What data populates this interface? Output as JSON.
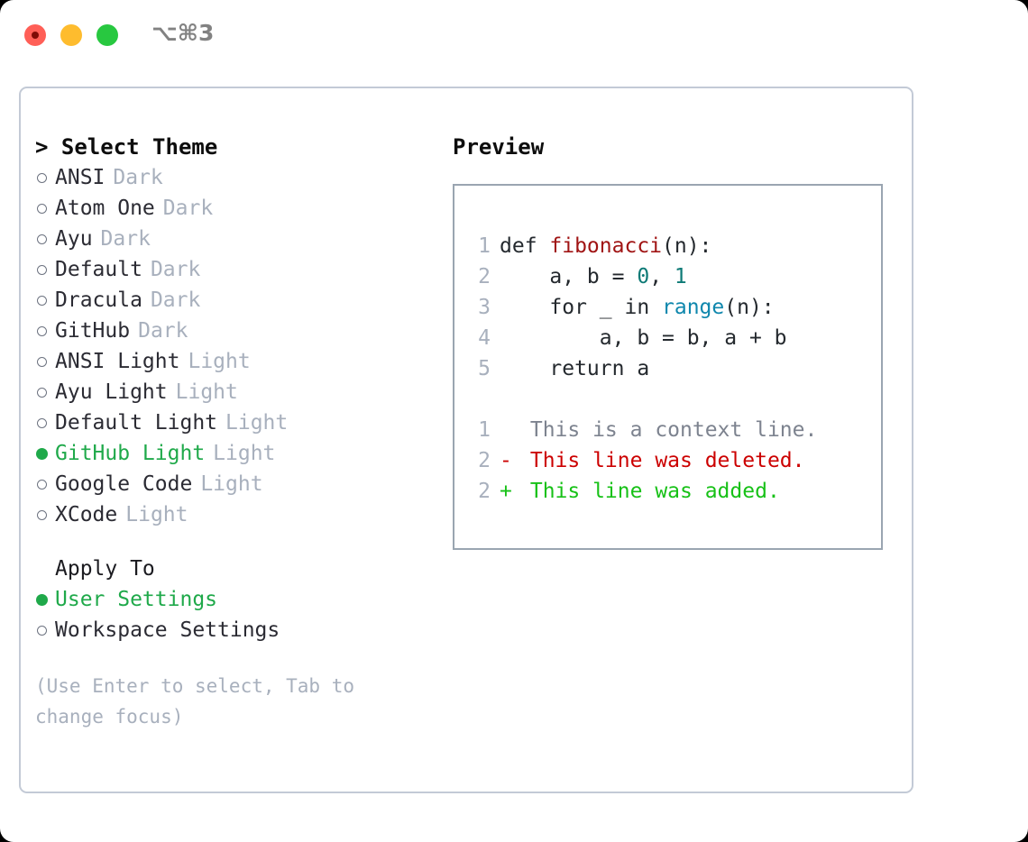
{
  "window": {
    "shortcut": "⌥⌘3",
    "traffic_lights": [
      {
        "name": "close",
        "color": "#ff5f57"
      },
      {
        "name": "minimize",
        "color": "#febc2e"
      },
      {
        "name": "maximize",
        "color": "#28c840"
      }
    ]
  },
  "left": {
    "title": "> Select Theme",
    "themes": [
      {
        "marker": "hollow",
        "name": "ANSI",
        "tag": "Dark",
        "selected": false
      },
      {
        "marker": "hollow",
        "name": "Atom One",
        "tag": "Dark",
        "selected": false
      },
      {
        "marker": "hollow",
        "name": "Ayu",
        "tag": "Dark",
        "selected": false
      },
      {
        "marker": "hollow",
        "name": "Default",
        "tag": "Dark",
        "selected": false
      },
      {
        "marker": "hollow",
        "name": "Dracula",
        "tag": "Dark",
        "selected": false
      },
      {
        "marker": "hollow",
        "name": "GitHub",
        "tag": "Dark",
        "selected": false
      },
      {
        "marker": "hollow",
        "name": "ANSI Light",
        "tag": "Light",
        "selected": false
      },
      {
        "marker": "hollow",
        "name": "Ayu Light",
        "tag": "Light",
        "selected": false
      },
      {
        "marker": "hollow",
        "name": "Default Light",
        "tag": "Light",
        "selected": false
      },
      {
        "marker": "filled",
        "name": "GitHub Light",
        "tag": "Light",
        "selected": true
      },
      {
        "marker": "hollow",
        "name": "Google Code",
        "tag": "Light",
        "selected": false
      },
      {
        "marker": "hollow",
        "name": "XCode",
        "tag": "Light",
        "selected": false
      }
    ],
    "apply_to": {
      "title": "Apply To",
      "options": [
        {
          "marker": "filled",
          "name": "User Settings",
          "selected": true
        },
        {
          "marker": "hollow",
          "name": "Workspace Settings",
          "selected": false
        }
      ]
    },
    "hint": "(Use Enter to select, Tab to change focus)"
  },
  "right": {
    "label": "Preview",
    "code": [
      {
        "ln": "1",
        "tokens": [
          {
            "t": "def ",
            "c": "plain"
          },
          {
            "t": "fibonacci",
            "c": "fn"
          },
          {
            "t": "(n):",
            "c": "plain"
          }
        ]
      },
      {
        "ln": "2",
        "tokens": [
          {
            "t": "    a, b = ",
            "c": "plain"
          },
          {
            "t": "0",
            "c": "num"
          },
          {
            "t": ", ",
            "c": "plain"
          },
          {
            "t": "1",
            "c": "num"
          }
        ]
      },
      {
        "ln": "3",
        "tokens": [
          {
            "t": "    for _ in ",
            "c": "plain"
          },
          {
            "t": "range",
            "c": "call"
          },
          {
            "t": "(n):",
            "c": "plain"
          }
        ]
      },
      {
        "ln": "4",
        "tokens": [
          {
            "t": "        a, b = b, a + b",
            "c": "plain"
          }
        ]
      },
      {
        "ln": "5",
        "tokens": [
          {
            "t": "    return a",
            "c": "plain"
          }
        ]
      }
    ],
    "diff": [
      {
        "ln": "1",
        "sign": " ",
        "text": " This is a context line.",
        "kind": "ctx"
      },
      {
        "ln": "2",
        "sign": "-",
        "text": " This line was deleted.",
        "kind": "del"
      },
      {
        "ln": "2",
        "sign": "+",
        "text": " This line was added.",
        "kind": "add"
      }
    ]
  },
  "colors": {
    "accent_green": "#1fa94a",
    "diff_add": "#17c117",
    "diff_del": "#cc0000",
    "token_function": "#a01414",
    "token_call": "#0f87ad",
    "token_number": "#0d7a76",
    "muted": "#a8b0bd"
  }
}
